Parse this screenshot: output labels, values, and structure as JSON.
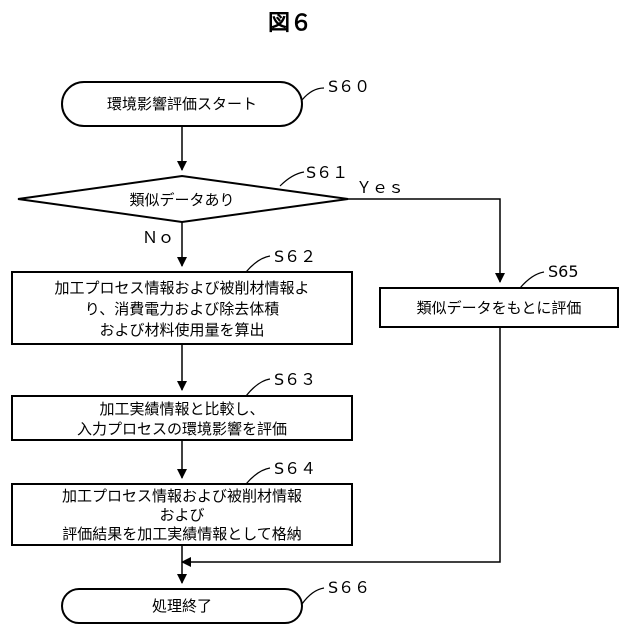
{
  "figure": {
    "title": "図６"
  },
  "nodes": {
    "s60": {
      "step": "S６０",
      "lines": [
        "環境影響評価スタート"
      ]
    },
    "s61": {
      "step": "S６１",
      "lines": [
        "類似データあり"
      ]
    },
    "s62": {
      "step": "S６２",
      "lines": [
        "加工プロセス情報および被削材情報よ",
        "り、消費電力および除去体積",
        "および材料使用量を算出"
      ]
    },
    "s63": {
      "step": "S６３",
      "lines": [
        "加工実績情報と比較し、",
        "入力プロセスの環境影響を評価"
      ]
    },
    "s64": {
      "step": "S６４",
      "lines": [
        "加工プロセス情報および被削材情報",
        "および",
        "評価結果を加工実績情報として格納"
      ]
    },
    "s65": {
      "step": "S65",
      "lines": [
        "類似データをもとに評価"
      ]
    },
    "s66": {
      "step": "S６６",
      "lines": [
        "処理終了"
      ]
    }
  },
  "branches": {
    "yes": "Ｙｅｓ",
    "no": "Ｎｏ"
  }
}
